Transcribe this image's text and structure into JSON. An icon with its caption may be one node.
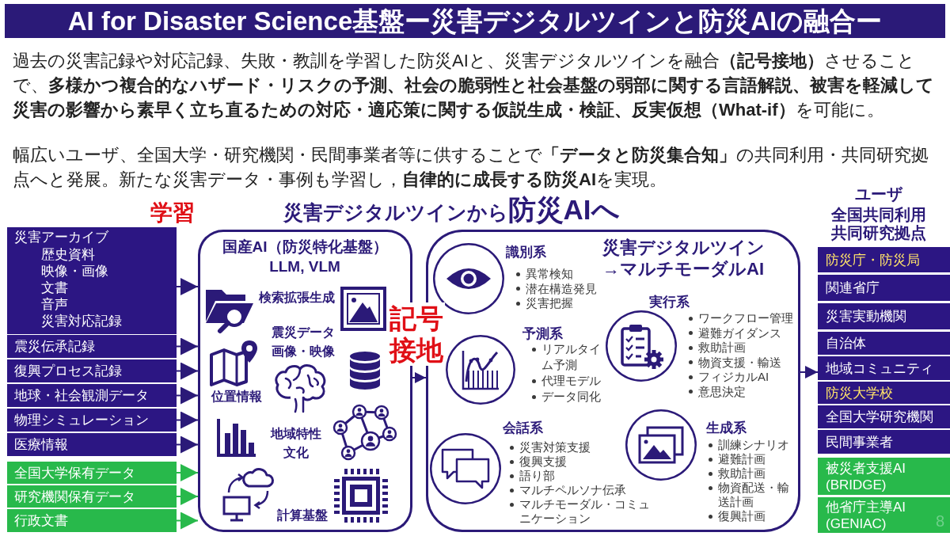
{
  "diagram": {
    "title": "AI for Disaster Science基盤ー災害デジタルツインと防災AIの融合ー",
    "nodes": [
      {
        "text": [
          "災害アーカイブ",
          "歴史資料",
          "映像・画像",
          "文書",
          "音声",
          "災害対応記録"
        ]
      },
      {
        "text": [
          "震災伝承記録"
        ]
      },
      {
        "text": [
          "復興プロセス記録"
        ]
      },
      {
        "text": [
          "地球・社会観測データ"
        ]
      },
      {
        "text": [
          "物理シミュレーション"
        ]
      },
      {
        "text": [
          "医療情報"
        ]
      },
      {
        "text": [
          "全国大学保有データ"
        ]
      },
      {
        "text": [
          "研究機関保有データ"
        ]
      },
      {
        "text": [
          "行政文書"
        ]
      },
      {
        "text": [
          "国産AI（防災特化基盤）",
          "LLM, VLM",
          "検索拡張生成",
          "震災データ画像・映像",
          "位置情報",
          "地域特性文化",
          "計算基盤"
        ]
      },
      {
        "text": [
          "災害デジタルツイン→マルチモーダルAI"
        ]
      },
      {
        "text": [],
        "shape": "circle",
        "in": 10,
        "beside": [
          "識別系",
          "異常検知",
          "潜在構造発見",
          "災害把握"
        ]
      },
      {
        "text": [],
        "shape": "circle",
        "in": 10,
        "beside": [
          "予測系",
          "リアルタイム予測",
          "代理モデル",
          "データ同化"
        ]
      },
      {
        "text": [],
        "shape": "circle",
        "in": 10,
        "beside": [
          "実行系",
          "ワークフロー管理",
          "避難ガイダンス",
          "救助計画",
          "物資支援・輸送",
          "フィジカルAI",
          "意思決定"
        ]
      },
      {
        "text": [],
        "shape": "circle",
        "in": 10,
        "beside": [
          "会話系",
          "災害対策支援",
          "復興支援",
          "語り部",
          "マルチペルソナ伝承",
          "マルチモーダル・コミュニケーション"
        ]
      },
      {
        "text": [],
        "shape": "circle",
        "in": 10,
        "beside": [
          "生成系",
          "訓練シナリオ",
          "避難計画",
          "救助計画",
          "物資配送・輸送計画",
          "復興計画"
        ]
      },
      {
        "text": [
          "防災庁・防災局"
        ]
      },
      {
        "text": [
          "関連省庁"
        ]
      },
      {
        "text": [
          "災害実動機関"
        ]
      },
      {
        "text": [
          "自治体"
        ]
      },
      {
        "text": [
          "地域コミュニティ"
        ]
      },
      {
        "text": [
          "防災大学校"
        ]
      },
      {
        "text": [
          "全国大学研究機関"
        ]
      },
      {
        "text": [
          "民間事業者"
        ]
      },
      {
        "text": [
          "被災者支援AI (BRIDGE)"
        ]
      },
      {
        "text": [
          "他省庁主導AI (GENIAC)"
        ]
      }
    ],
    "edges": [
      {
        "from": 0,
        "to": 9,
        "arrow": "to"
      },
      {
        "from": 1,
        "to": 9,
        "arrow": "to"
      },
      {
        "from": 2,
        "to": 9,
        "arrow": "to"
      },
      {
        "from": 3,
        "to": 9,
        "arrow": "to"
      },
      {
        "from": 4,
        "to": 9,
        "arrow": "to"
      },
      {
        "from": 5,
        "to": 9,
        "arrow": "to"
      },
      {
        "from": 6,
        "to": 9,
        "arrow": "to",
        "color": "#28b94b"
      },
      {
        "from": 7,
        "to": 9,
        "arrow": "to",
        "color": "#28b94b"
      },
      {
        "from": 8,
        "to": 9,
        "arrow": "to",
        "color": "#28b94b"
      },
      {
        "from": 9,
        "to": 10,
        "arrow": "to",
        "label": "記号接地"
      },
      {
        "from": 10,
        "to": 20,
        "arrow": "to"
      }
    ],
    "labels": [
      "過去の災害記録や対応記録、失敗・教訓を学習した防災AIと、災害デジタルツインを融合**（記号接地）**させることで、**多様かつ複合的なハザード・リスクの予測、社会の脆弱性と社会基盤の弱部に関する言語解説、被害を軽減して災害の影響から素早く立ち直るための対応・適応策に関する仮説生成・検証、反実仮想（What-if）**を可能に。",
      "幅広いユーザ、全国大学・研究機関・民間事業者等に供することで**「データと防災集合知」**の共同利用・共同研究拠点へと発展。新たな災害データ・事例も学習し，**自律的に成長する防災AI**を実現。",
      "ユーザ",
      "全国共同利用",
      "共同研究拠点",
      "災害デジタルツインから**防災AIへ**",
      "学習",
      "8"
    ]
  }
}
